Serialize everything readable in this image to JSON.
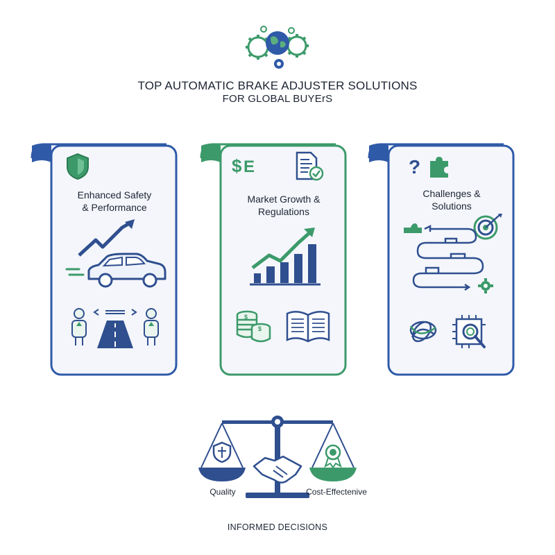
{
  "header": {
    "title_line1": "TOP AUTOMATIC BRAKE ADJUSTER SOLUTIONS",
    "title_line2": "FOR GLOBAL BUYErS",
    "logo_icon": "globe-gears-icon"
  },
  "cards": [
    {
      "title_line1": "Enhanced Safety",
      "title_line2": "& Performance",
      "accent": "#3a5fa8",
      "icons": [
        "shield-icon",
        "trend-arrow-icon",
        "car-icon",
        "people-road-icon"
      ]
    },
    {
      "title_line1": "Market Growth &",
      "title_line2": "Regulations",
      "accent": "#3c9a6a",
      "icons": [
        "currency-icon",
        "document-check-icon",
        "bar-chart-icon",
        "coins-icon",
        "book-icon"
      ]
    },
    {
      "title_line1": "Challenges &",
      "title_line2": "Solutions",
      "accent": "#3a5fa8",
      "icons": [
        "question-icon",
        "puzzle-icon",
        "target-icon",
        "winding-path-icon",
        "gear-icon",
        "tangle-icon",
        "chip-search-icon"
      ]
    }
  ],
  "balance": {
    "left_label": "Quality",
    "right_label": "Cost-Effectenive",
    "caption": "INFORMED DECISIONS",
    "left_color": "#2f4f8f",
    "right_color": "#3c9a6a"
  }
}
